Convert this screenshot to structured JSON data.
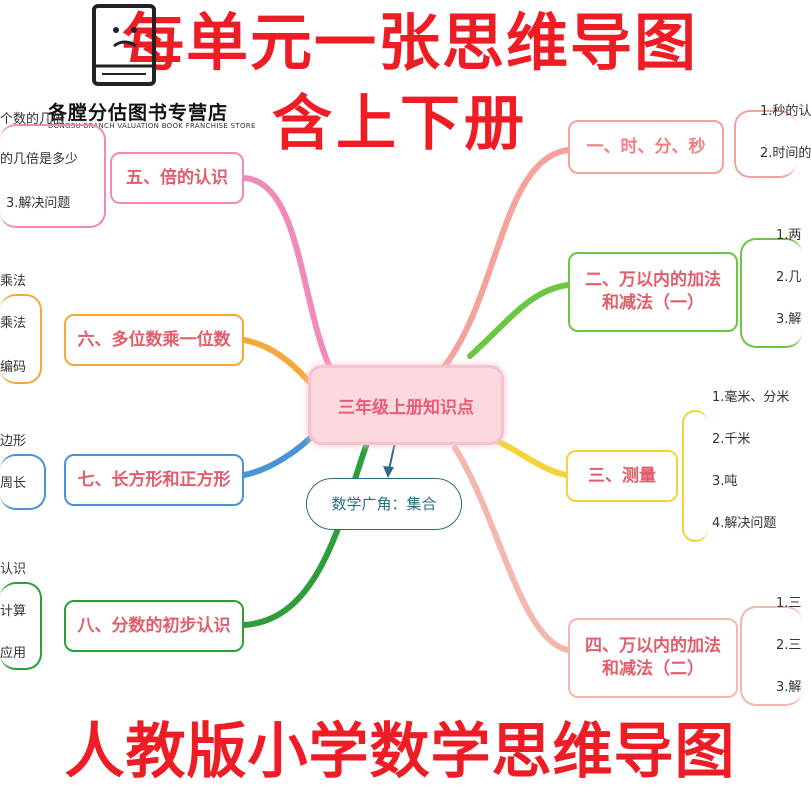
{
  "header": {
    "line1": "每单元一张思维导图",
    "line2": "含上下册",
    "footer": "人教版小学数学思维导图"
  },
  "store": {
    "name": "各膛分估图书专营店",
    "subtitle": "DONGSU BRANCH VALUATION BOOK FRANCHISE STORE"
  },
  "mindmap": {
    "center": "三年级上册知识点",
    "extra": "数学广角：集合",
    "branches": [
      {
        "title": "一、时、分、秒",
        "color": "#f4a29c",
        "items": [
          "1.秒的认",
          "2.时间的"
        ]
      },
      {
        "title": "二、万以内的加法和减法（一）",
        "line1": "二、万以内的加法",
        "line2": "和减法（一）",
        "color": "#6cc644",
        "items": [
          "1.两",
          "2.几",
          "3.解"
        ]
      },
      {
        "title": "三、测量",
        "color": "#f3d23a",
        "items": [
          "1.毫米、分米",
          "2.千米",
          "3.吨",
          "4.解决问题"
        ]
      },
      {
        "title": "四、万以内的加法和减法（二）",
        "line1": "四、万以内的加法",
        "line2": "和减法（二）",
        "color": "#f4b7ad",
        "items": [
          "1.三",
          "2.三",
          "3.解"
        ]
      },
      {
        "title": "五、倍的认识",
        "color": "#f08ab8",
        "items": [
          "个数的几倍",
          "的几倍是多少",
          "3.解决问题"
        ]
      },
      {
        "title": "六、多位数乘一位数",
        "color": "#f6a93b",
        "items": [
          "乘法",
          "乘法",
          "编码"
        ]
      },
      {
        "title": "七、长方形和正方形",
        "color": "#4a94d6",
        "items": [
          "边形",
          "周长"
        ]
      },
      {
        "title": "八、分数的初步认识",
        "color": "#2e9e3b",
        "items": [
          "认识",
          "计算",
          "应用"
        ]
      }
    ]
  }
}
